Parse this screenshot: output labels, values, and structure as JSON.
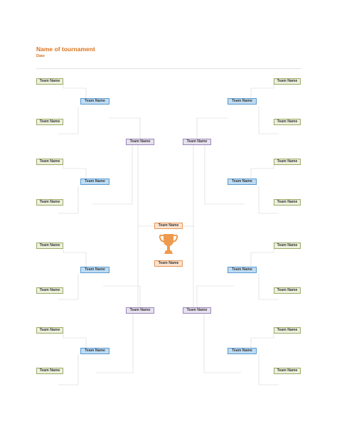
{
  "header": {
    "title": "Name of tournament",
    "date_label": "Date"
  },
  "slot_label": "Team Name",
  "colors": {
    "round1": "#ecf0dc",
    "round2": "#bcdcf5",
    "semifinal": "#e7e0ef",
    "final": "#fbe3cf",
    "accent": "#d9731f",
    "trophy": "#ee9a4e"
  },
  "icons": {
    "trophy": "trophy-icon"
  }
}
